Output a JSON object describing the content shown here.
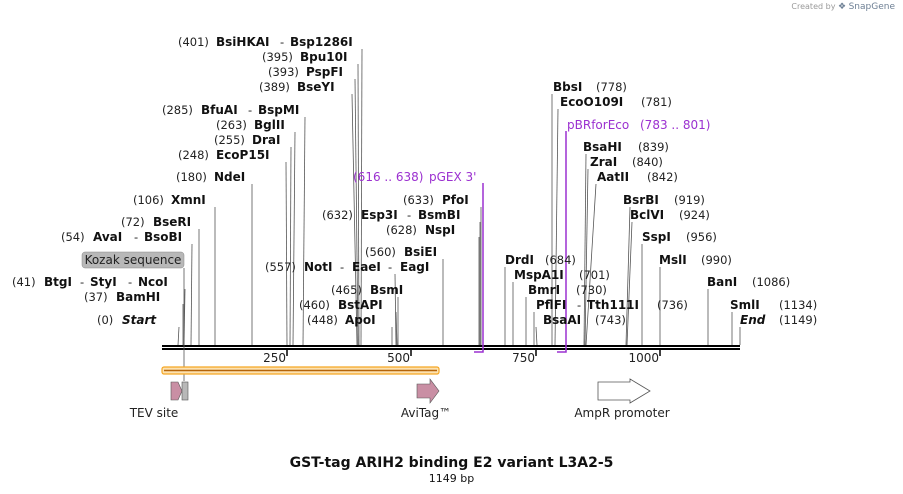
{
  "watermark": {
    "created_by": "Created by",
    "brand": "SnapGene"
  },
  "title": "GST-tag ARIH2 binding E2 variant L3A2-5",
  "subtitle": "1149 bp",
  "axis": {
    "ticks": [
      "250",
      "500",
      "750",
      "1000"
    ]
  },
  "rows": [
    {
      "num": "(401)",
      "names": [
        "BsiHKAI",
        "Bsp1286I"
      ]
    },
    {
      "num": "(395)",
      "names": [
        "Bpu10I"
      ]
    },
    {
      "num": "(393)",
      "names": [
        "PspFI"
      ]
    },
    {
      "num": "(389)",
      "names": [
        "BseYI"
      ]
    },
    {
      "num": "(285)",
      "names": [
        "BfuAI",
        "BspMI"
      ]
    },
    {
      "num": "(263)",
      "names": [
        "BglII"
      ]
    },
    {
      "num": "(255)",
      "names": [
        "DraI"
      ]
    },
    {
      "num": "(248)",
      "names": [
        "EcoP15I"
      ]
    },
    {
      "num": "(180)",
      "names": [
        "NdeI"
      ]
    },
    {
      "num": "(106)",
      "names": [
        "XmnI"
      ]
    },
    {
      "num": "(72)",
      "names": [
        "BseRI"
      ]
    },
    {
      "num": "(54)",
      "names": [
        "AvaI",
        "BsoBI"
      ]
    },
    {
      "num": "(41)",
      "names": [
        "BtgI",
        "StyI",
        "NcoI"
      ]
    },
    {
      "num": "(37)",
      "names": [
        "BamHI"
      ]
    },
    {
      "num": "(0)",
      "names": [
        "Start"
      ]
    },
    {
      "num": "(632)",
      "names": [
        "Esp3I",
        "BsmBI"
      ]
    },
    {
      "num": "(633)",
      "names": [
        "PfoI"
      ]
    },
    {
      "num": "(628)",
      "names": [
        "NspI"
      ]
    },
    {
      "num": "(560)",
      "names": [
        "BsiEI"
      ]
    },
    {
      "num": "(557)",
      "names": [
        "NotI",
        "EaeI",
        "EagI"
      ]
    },
    {
      "num": "(465)",
      "names": [
        "BsmI"
      ]
    },
    {
      "num": "(460)",
      "names": [
        "BstAPI"
      ]
    },
    {
      "num": "(448)",
      "names": [
        "ApoI"
      ]
    },
    {
      "num": "(778)",
      "names": [
        "BbsI"
      ]
    },
    {
      "num": "(781)",
      "names": [
        "EcoO109I"
      ]
    },
    {
      "num": "(839)",
      "names": [
        "BsaHI"
      ]
    },
    {
      "num": "(840)",
      "names": [
        "ZraI"
      ]
    },
    {
      "num": "(842)",
      "names": [
        "AatII"
      ]
    },
    {
      "num": "(919)",
      "names": [
        "BsrBI"
      ]
    },
    {
      "num": "(924)",
      "names": [
        "BclVI"
      ]
    },
    {
      "num": "(956)",
      "names": [
        "SspI"
      ]
    },
    {
      "num": "(990)",
      "names": [
        "MslI"
      ]
    },
    {
      "num": "(1086)",
      "names": [
        "BanI"
      ]
    },
    {
      "num": "(1134)",
      "names": [
        "SmlI"
      ]
    },
    {
      "num": "(1149)",
      "names": [
        "End"
      ]
    },
    {
      "num": "(684)",
      "names": [
        "DrdI"
      ]
    },
    {
      "num": "(701)",
      "names": [
        "MspA1I"
      ]
    },
    {
      "num": "(730)",
      "names": [
        "BmrI"
      ]
    },
    {
      "num": "(736)",
      "names": [
        "PflFI",
        "Tth111I"
      ]
    },
    {
      "num": "(743)",
      "names": [
        "BsaAI"
      ]
    }
  ],
  "primers": [
    {
      "name": "pGEX 3'",
      "range": "(616 .. 638)"
    },
    {
      "name": "pBRforEco",
      "range": "(783 .. 801)"
    }
  ],
  "features": {
    "kozak": "Kozak sequence",
    "tev": "TEV site",
    "avitag": "AviTag™",
    "ampr": "AmpR promoter"
  },
  "colors": {
    "primer": "#9b30d0",
    "orf": "#f5a623",
    "tag": "#c98fa4",
    "kozak_box": "#b8b8b8"
  }
}
